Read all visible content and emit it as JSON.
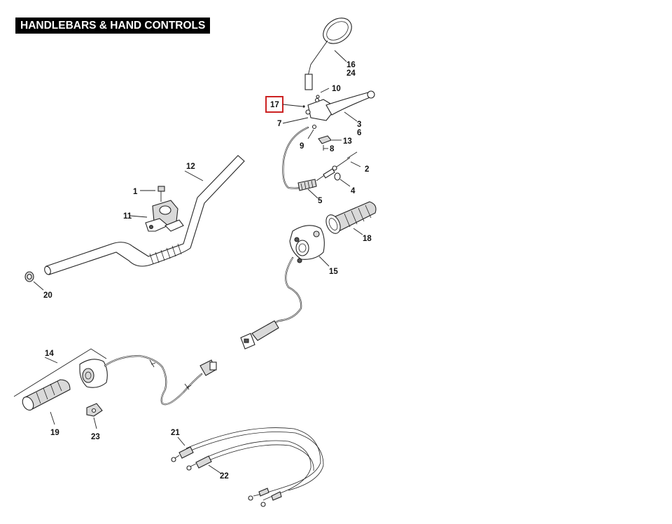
{
  "title": "HANDLEBARS & HAND CONTROLS",
  "highlight_color": "#cc2222",
  "callouts": {
    "c1": "1",
    "c2": "2",
    "c3": "3",
    "c4": "4",
    "c5": "5",
    "c6": "6",
    "c7": "7",
    "c8": "8",
    "c9": "9",
    "c10": "10",
    "c11": "11",
    "c12": "12",
    "c13": "13",
    "c14": "14",
    "c15": "15",
    "c16": "16",
    "c17": "17",
    "c18": "18",
    "c19": "19",
    "c20": "20",
    "c21": "21",
    "c22": "22",
    "c23": "23",
    "c24": "24"
  },
  "highlighted_callout": "17"
}
